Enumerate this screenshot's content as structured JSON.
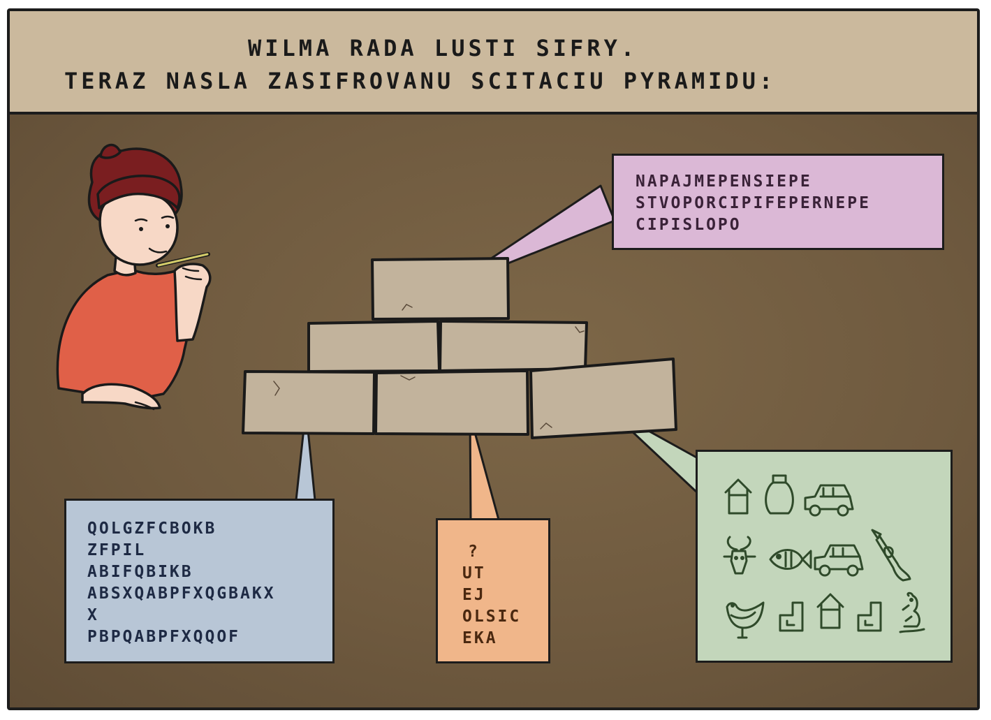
{
  "header": {
    "line1": "WILMA RADA LUSTI SIFRY.",
    "line2": "TERAZ NASLA ZASIFROVANU SCITACIU PYRAMIDU:"
  },
  "bubbles": {
    "top": [
      "NAPAJMEPENSIEPE",
      "STVOPORCIPIFEPERNEPE",
      "CIPISLOPO"
    ],
    "left": [
      "QOLGZFCBOKB",
      "ZFPIL",
      "ABIFQBIKB",
      "ABSXQABPFXQGBAKX",
      "X",
      "PBPQABPFXQQOF"
    ],
    "middle": [
      "?",
      "UT",
      "EJ",
      "OLSIC",
      "EKA"
    ],
    "right_icons": [
      [
        "house-icon",
        "vase-icon",
        "car-icon"
      ],
      [
        "goat-icon",
        "fish-icon",
        "car-icon",
        "trumpet-icon"
      ],
      [
        "hen-icon",
        "boot-icon",
        "house-icon",
        "boot-icon",
        "mouse-icon"
      ]
    ]
  },
  "colors": {
    "header_bg": "#cbb99d",
    "background": "#6f5a3f",
    "brick": "#c2b39c",
    "purple_bubble": "#dbb8d6",
    "blue_bubble": "#b8c6d6",
    "orange_bubble": "#f0b68a",
    "green_bubble": "#c3d6bb",
    "icon_stroke": "#2f4a2a",
    "shirt": "#e06048",
    "hair": "#7a1e20"
  }
}
